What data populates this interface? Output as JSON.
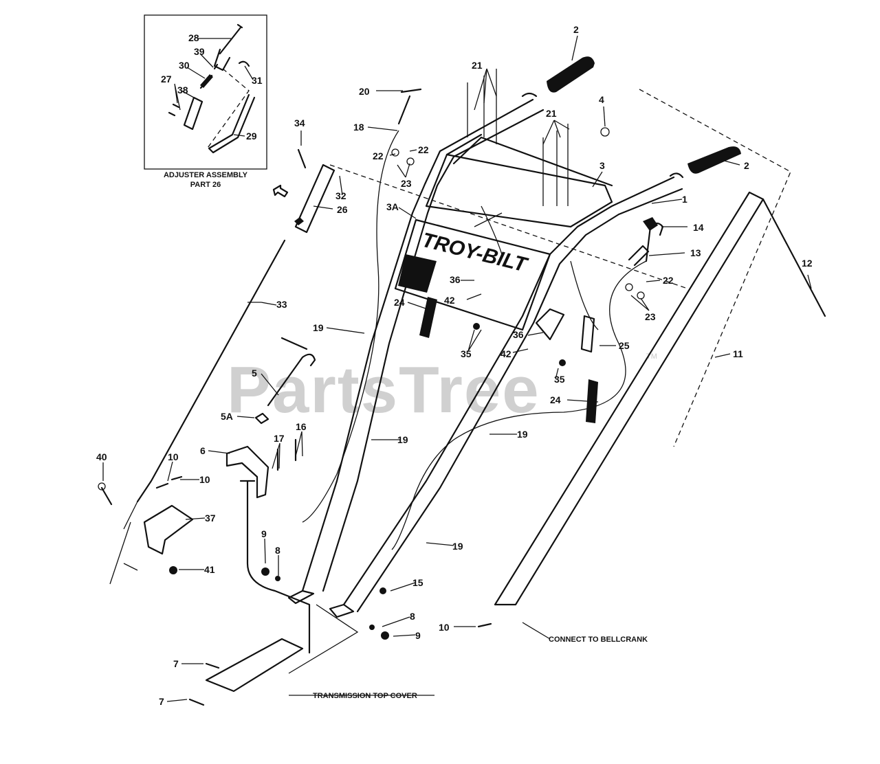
{
  "diagram": {
    "inset_caption_line1": "ADJUSTER ASSEMBLY",
    "inset_caption_line2": "PART 26",
    "note_bellcrank": "CONNECT TO BELLCRANK",
    "note_transmission": "TRANSMISSION TOP COVER",
    "watermark": "PartsTree",
    "watermark_tm": "TM",
    "logo_text": "TROY-BILT",
    "callouts": {
      "c1": "1",
      "c2a": "2",
      "c2b": "2",
      "c3": "3",
      "c3a": "3A",
      "c4": "4",
      "c5": "5",
      "c5a": "5A",
      "c6": "6",
      "c7a": "7",
      "c7b": "7",
      "c8a": "8",
      "c8b": "8",
      "c9a": "9",
      "c9b": "9",
      "c10a": "10",
      "c10b": "10",
      "c10c": "10",
      "c11": "11",
      "c12": "12",
      "c13": "13",
      "c14": "14",
      "c15": "15",
      "c16": "16",
      "c17": "17",
      "c18": "18",
      "c19a": "19",
      "c19b": "19",
      "c19c": "19",
      "c19d": "19",
      "c20": "20",
      "c21a": "21",
      "c21b": "21",
      "c22a": "22",
      "c22b": "22",
      "c22c": "22",
      "c23a": "23",
      "c23b": "23",
      "c24a": "24",
      "c24b": "24",
      "c25": "25",
      "c26": "26",
      "c27": "27",
      "c28": "28",
      "c29": "29",
      "c30": "30",
      "c31": "31",
      "c32": "32",
      "c33": "33",
      "c34": "34",
      "c35a": "35",
      "c35b": "35",
      "c36a": "36",
      "c36b": "36",
      "c37": "37",
      "c38": "38",
      "c39": "39",
      "c40": "40",
      "c41": "41",
      "c42a": "42",
      "c42b": "42"
    }
  }
}
